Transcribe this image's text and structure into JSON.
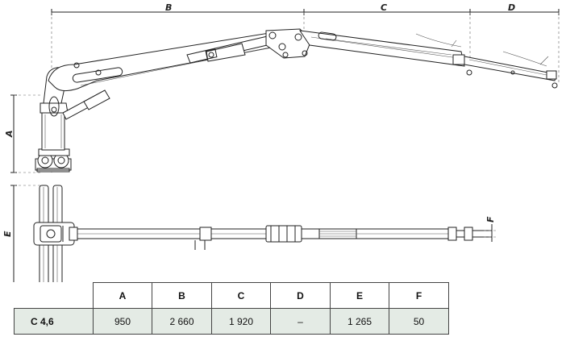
{
  "dimension_labels": {
    "a": "A",
    "b": "B",
    "c": "C",
    "d": "D",
    "e": "E",
    "f": "F"
  },
  "spec_table": {
    "columns": [
      "A",
      "B",
      "C",
      "D",
      "E",
      "F"
    ],
    "rows": [
      {
        "model": "C 4,6",
        "values": [
          "950",
          "2 660",
          "1 920",
          "–",
          "1 265",
          "50"
        ]
      }
    ]
  },
  "colors": {
    "line": "#222222",
    "table_row_bg": "#e4ebe5"
  }
}
